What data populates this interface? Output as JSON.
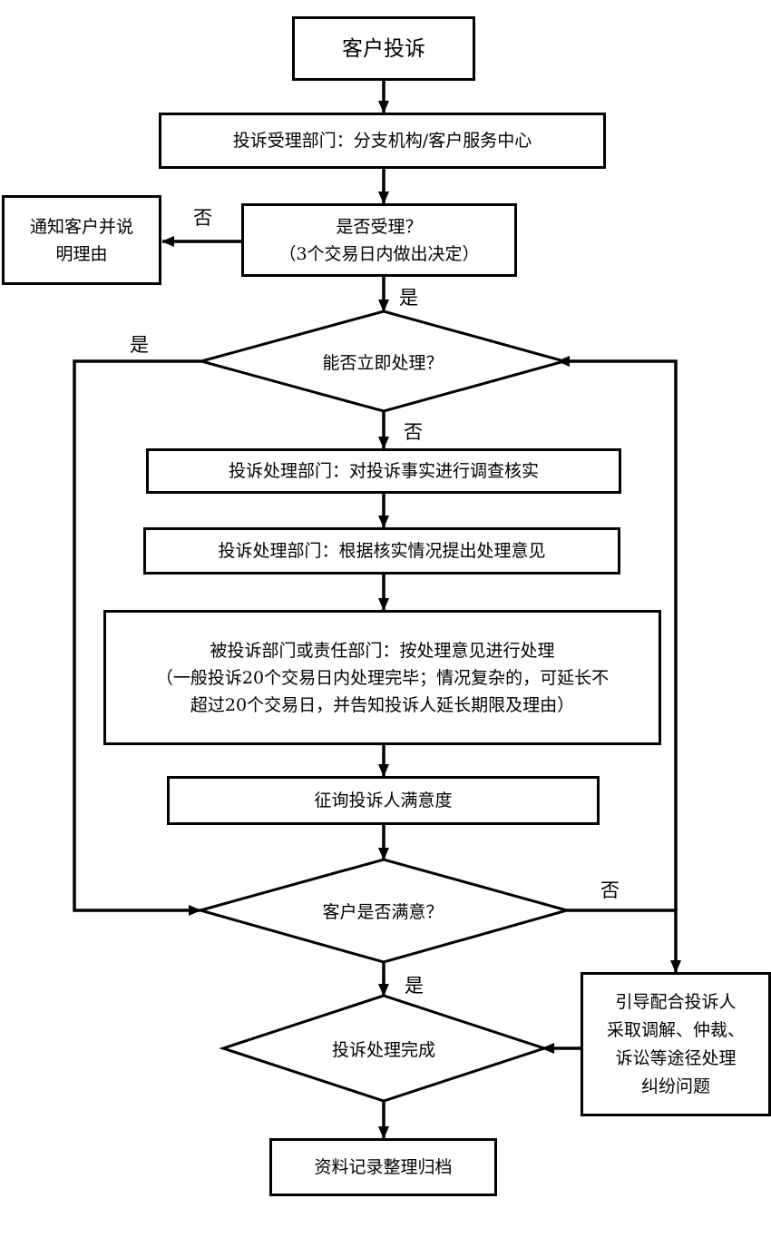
{
  "nodes": {
    "start": "客户投诉",
    "receive_dept": "投诉受理部门：分支机构/客户服务中心",
    "accept_q": "是否受理？",
    "accept_q_note": "（3个交易日内做出决定）",
    "notify_line1": "通知客户并说",
    "notify_line2": "明理由",
    "immediate_q": "能否立即处理？",
    "investigate": "投诉处理部门：对投诉事实进行调查核实",
    "opinion": "投诉处理部门：根据核实情况提出处理意见",
    "handle_line1": "被投诉部门或责任部门：按处理意见进行处理",
    "handle_line2": "（一般投诉20个交易日内处理完毕；情况复杂的，可延长不",
    "handle_line3": "超过20个交易日，并告知投诉人延长期限及理由）",
    "satisfaction_survey": "征询投诉人满意度",
    "satisfied_q": "客户是否满意？",
    "guide_line1": "引导配合投诉人",
    "guide_line2": "采取调解、仲裁、",
    "guide_line3": "诉讼等途径处理",
    "guide_line4": "纠纷问题",
    "complete": "投诉处理完成",
    "archive": "资料记录整理归档"
  },
  "edge_labels": {
    "accept_no": "否",
    "accept_yes": "是",
    "immediate_yes": "是",
    "immediate_no": "否",
    "satisfied_no": "否",
    "satisfied_yes": "是"
  }
}
